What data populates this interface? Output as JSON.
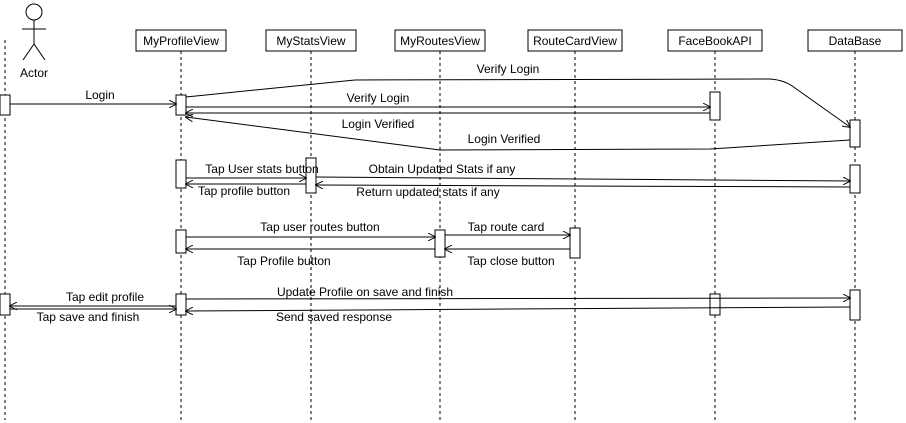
{
  "actor": {
    "label": "Actor"
  },
  "participants": [
    {
      "id": "profile",
      "label": "MyProfileView"
    },
    {
      "id": "stats",
      "label": "MyStatsView"
    },
    {
      "id": "routes",
      "label": "MyRoutesView"
    },
    {
      "id": "card",
      "label": "RouteCardView"
    },
    {
      "id": "facebook",
      "label": "FaceBookAPI"
    },
    {
      "id": "db",
      "label": "DataBase"
    }
  ],
  "messages": {
    "login": "Login",
    "verify_login_db": "Verify Login",
    "verify_login_fb": "Verify Login",
    "login_verified_fb": "Login Verified",
    "login_verified_db": "Login Verified",
    "tap_user_stats": "Tap User stats button",
    "tap_profile_from_stats": "Tap profile button",
    "obtain_stats": "Obtain Updated Stats if any",
    "return_stats": "Return updated stats if any",
    "tap_user_routes": "Tap user routes button",
    "tap_profile_from_routes": "Tap Profile button",
    "tap_route_card": "Tap route card",
    "tap_close": "Tap close button",
    "tap_edit_profile": "Tap edit profile",
    "tap_save_finish": "Tap save and finish",
    "update_profile": "Update Profile on save and finish",
    "send_saved": "Send saved response"
  }
}
